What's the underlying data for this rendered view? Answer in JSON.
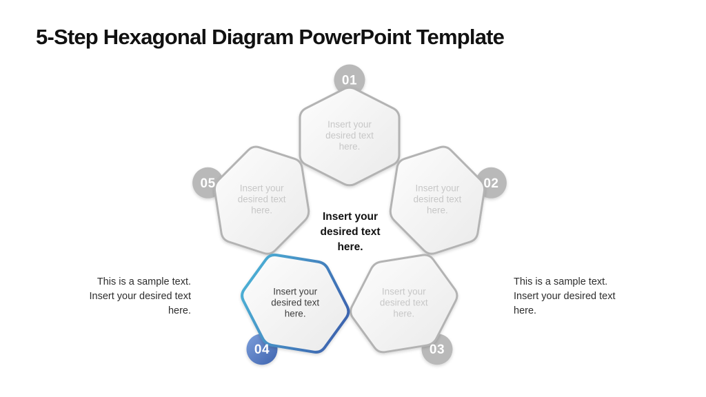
{
  "slide": {
    "title": "5-Step Hexagonal Diagram PowerPoint Template",
    "background": "#ffffff"
  },
  "colors": {
    "title_text": "#111111",
    "hex_fill_top": "#fdfdfd",
    "hex_fill_bottom": "#eaeaea",
    "hex_border_gray": "#b3b3b3",
    "placeholder_text": "#c7c7c7",
    "active_step_text": "#3d3d3d",
    "badge_gray": "#b9b9b9",
    "badge_number_text": "#ffffff",
    "accent_teal": "#4db4d7",
    "accent_blue": "#3e66b0",
    "badge_blue_light": "#7d9fdb",
    "badge_blue_dark": "#3e63ae",
    "annotation_text": "#2d2d2d",
    "center_text": "#101010"
  },
  "diagram": {
    "center_label": "Insert your desired text here.",
    "steps": [
      {
        "number": "01",
        "label_lines": [
          "Insert your",
          "desired text",
          "here."
        ],
        "active": false
      },
      {
        "number": "02",
        "label_lines": [
          "Insert your",
          "desired text",
          "here."
        ],
        "active": false
      },
      {
        "number": "03",
        "label_lines": [
          "Insert your",
          "desired text",
          "here."
        ],
        "active": false
      },
      {
        "number": "04",
        "label_lines": [
          "Insert your",
          "desired text",
          "here."
        ],
        "active": true
      },
      {
        "number": "05",
        "label_lines": [
          "Insert your",
          "desired text",
          "here."
        ],
        "active": false
      }
    ]
  },
  "annotations": {
    "left": "This is a sample text. Insert your desired text here.",
    "right": "This is a sample text. Insert your desired text here."
  }
}
